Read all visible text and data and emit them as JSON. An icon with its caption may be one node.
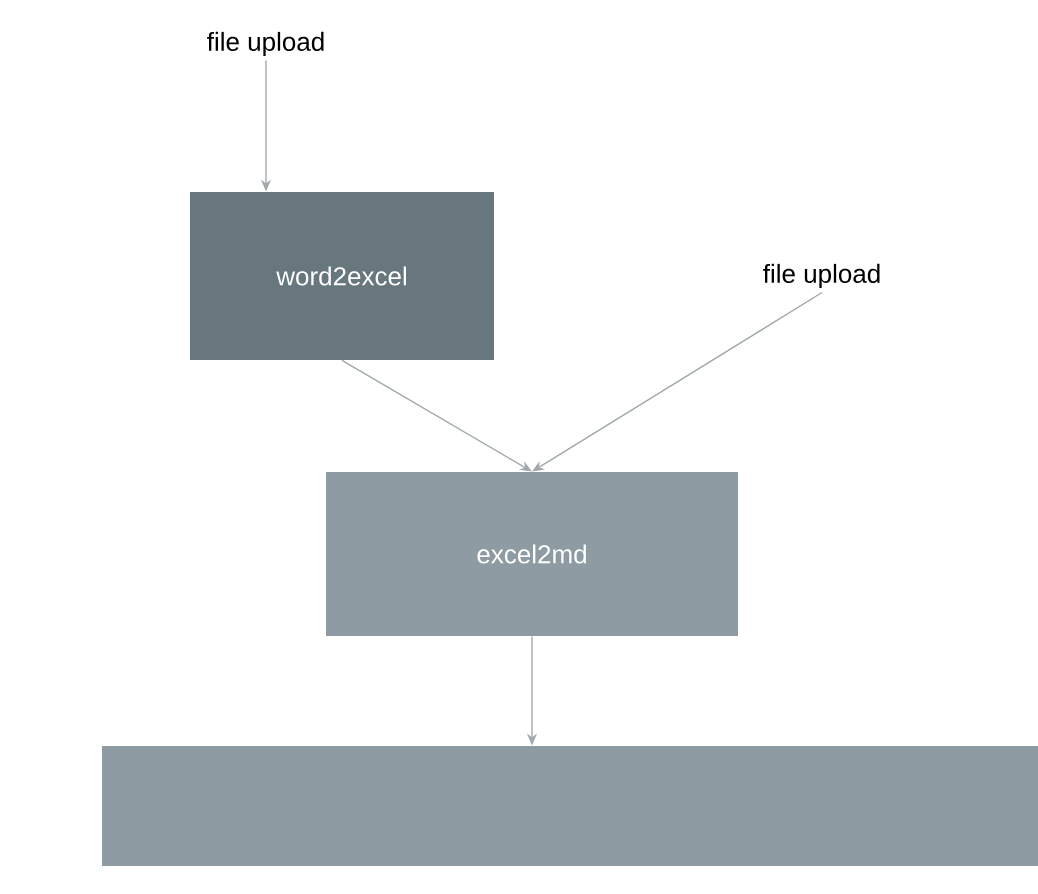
{
  "diagram": {
    "nodes": [
      {
        "text": [
          "file upload"
        ]
      },
      {
        "text": [
          "word2excel"
        ]
      },
      {
        "text": [
          "file upload"
        ]
      },
      {
        "text": [
          "excel2md"
        ]
      },
      {
        "text": [],
        "shape": "box"
      }
    ],
    "edges": [
      {
        "from": 0,
        "to": 1,
        "arrow": "to"
      },
      {
        "from": 1,
        "to": 3,
        "arrow": "to"
      },
      {
        "from": 2,
        "to": 3,
        "arrow": "to"
      },
      {
        "from": 3,
        "to": 4,
        "arrow": "to"
      }
    ]
  }
}
